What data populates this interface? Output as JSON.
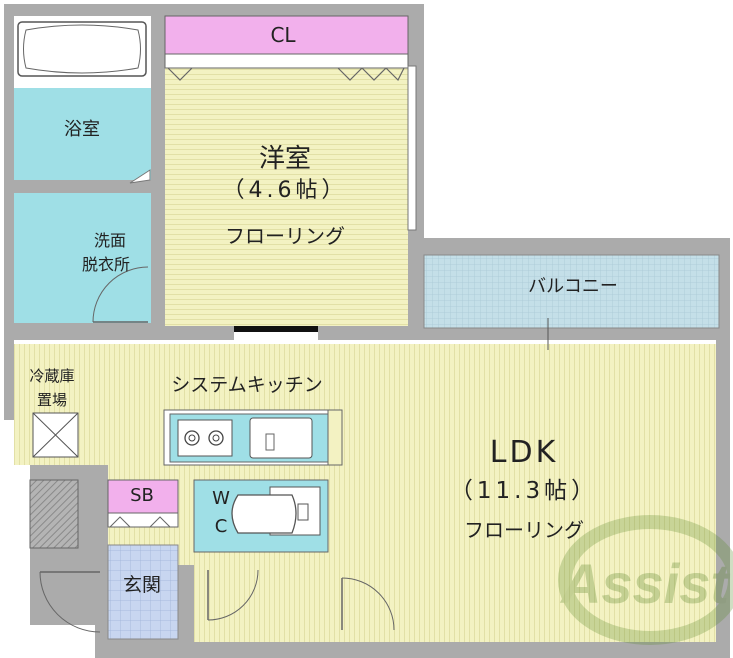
{
  "rooms": {
    "closet": "CL",
    "western_room": {
      "name": "洋室",
      "size": "（4.6帖）",
      "floor": "フローリング"
    },
    "bathroom": "浴室",
    "washroom": {
      "line1": "洗面",
      "line2": "脱衣所"
    },
    "balcony": "バルコニー",
    "fridge_space": {
      "line1": "冷蔵庫",
      "line2": "置場"
    },
    "kitchen": "システムキッチン",
    "ldk": {
      "name": "LDK",
      "size": "（11.3帖）",
      "floor": "フローリング"
    },
    "shoe_box": "SB",
    "toilet": {
      "line1": "W",
      "line2": "C"
    },
    "entrance": "玄関"
  },
  "watermark": "Assist",
  "colors": {
    "floor": "#f3f2c2",
    "wet_area": "#9fdfe6",
    "closet": "#f2b0ec",
    "balcony": "#c4dfe8",
    "entrance": "#c8d6f0",
    "wall": "#9a9a9a"
  }
}
